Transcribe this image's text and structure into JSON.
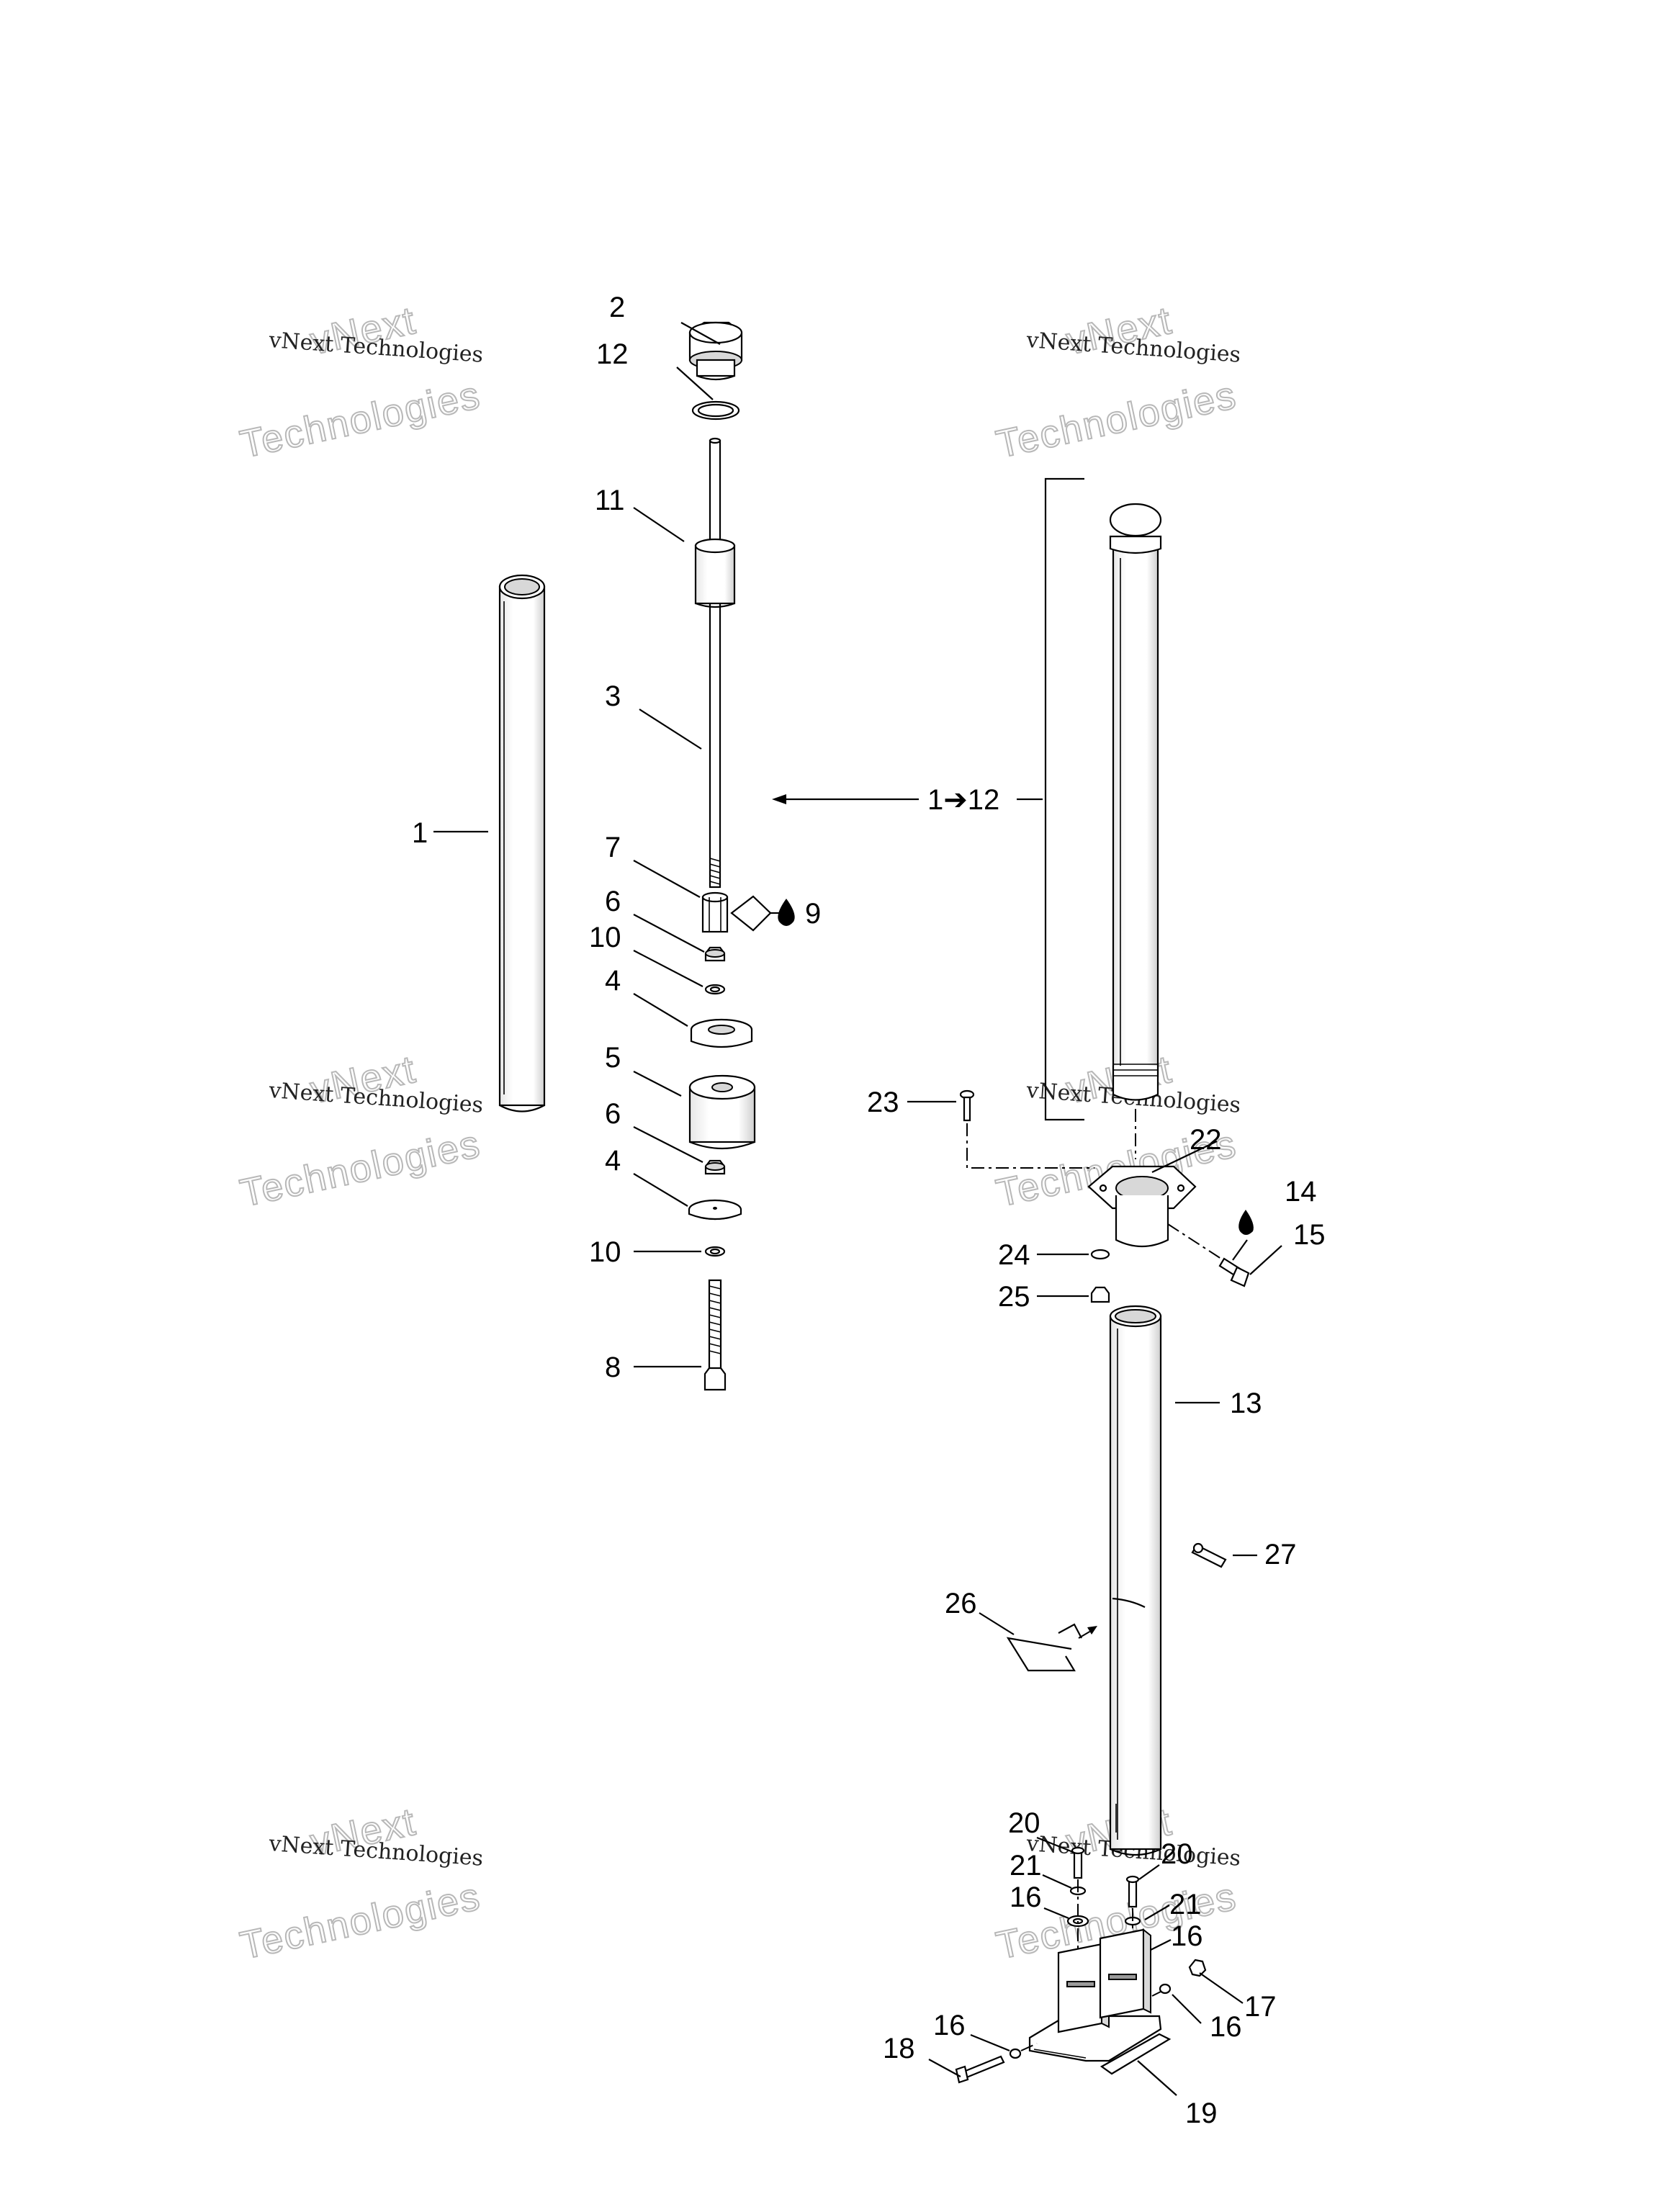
{
  "watermarks": [
    {
      "line1": "vNext",
      "line2": "vNext Technologies",
      "line3": "Technologies"
    },
    {
      "line1": "vNext",
      "line2": "vNext Technologies",
      "line3": "Technologies"
    },
    {
      "line1": "vNext",
      "line2": "vNext Technologies",
      "line3": "Technologies"
    },
    {
      "line1": "vNext",
      "line2": "vNext Technologies",
      "line3": "Technologies"
    },
    {
      "line1": "vNext",
      "line2": "vNext Technologies",
      "line3": "Technologies"
    },
    {
      "line1": "vNext",
      "line2": "vNext Technologies",
      "line3": "Technologies"
    }
  ],
  "callouts": {
    "p1": "1",
    "p2": "2",
    "p3": "3",
    "p4a": "4",
    "p4b": "4",
    "p5": "5",
    "p6a": "6",
    "p6b": "6",
    "p7": "7",
    "p8": "8",
    "p9": "9",
    "p10a": "10",
    "p10b": "10",
    "p11": "11",
    "p12": "12",
    "range": "1➔12",
    "p13": "13",
    "p14": "14",
    "p15": "15",
    "p16a": "16",
    "p16b": "16",
    "p16c": "16",
    "p16d": "16",
    "p17": "17",
    "p18": "18",
    "p19": "19",
    "p20a": "20",
    "p20b": "20",
    "p21a": "21",
    "p21b": "21",
    "p22": "22",
    "p23": "23",
    "p24": "24",
    "p25": "25",
    "p26": "26",
    "p27": "27"
  }
}
